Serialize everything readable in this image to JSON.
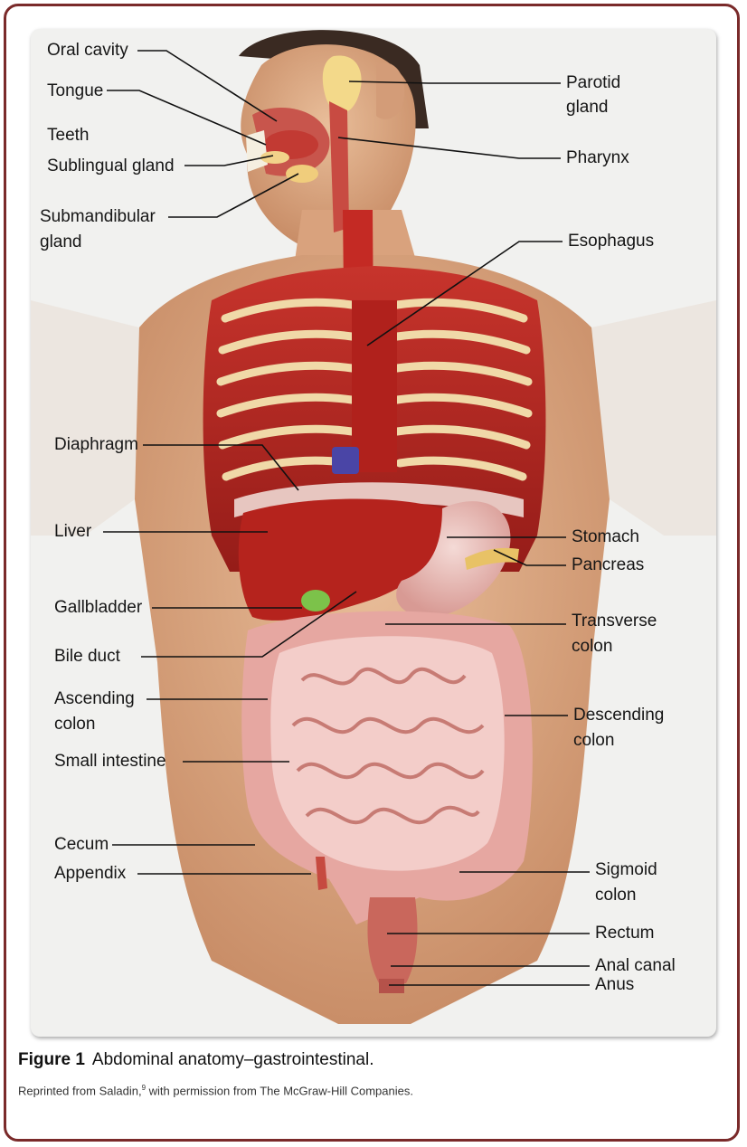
{
  "labels": {
    "oral_cavity": "Oral cavity",
    "tongue": "Tongue",
    "teeth": "Teeth",
    "sublingual_gland": "Sublingual gland",
    "submandibular_gland_1": "Submandibular",
    "submandibular_gland_2": "gland",
    "parotid_gland_1": "Parotid",
    "parotid_gland_2": "gland",
    "pharynx": "Pharynx",
    "esophagus": "Esophagus",
    "diaphragm": "Diaphragm",
    "liver": "Liver",
    "stomach": "Stomach",
    "pancreas": "Pancreas",
    "gallbladder": "Gallbladder",
    "transverse_colon_1": "Transverse",
    "transverse_colon_2": "colon",
    "bile_duct": "Bile duct",
    "ascending_colon_1": "Ascending",
    "ascending_colon_2": "colon",
    "descending_colon_1": "Descending",
    "descending_colon_2": "colon",
    "small_intestine": "Small intestine",
    "cecum": "Cecum",
    "appendix": "Appendix",
    "sigmoid_colon_1": "Sigmoid",
    "sigmoid_colon_2": "colon",
    "rectum": "Rectum",
    "anal_canal": "Anal canal",
    "anus": "Anus"
  },
  "caption": {
    "figure_label": "Figure 1",
    "title": "Abdominal anatomy–gastrointestinal.",
    "credit_pre": "Reprinted from Saladin,",
    "credit_ref": "9",
    "credit_post": " with permission from The McGraw-Hill Companies."
  },
  "colors": {
    "frame": "#7a2a2a",
    "muscle": "#b52a24",
    "intestine": "#f0c2bd",
    "liver": "#b8231e",
    "skin": "#e2b08c"
  }
}
